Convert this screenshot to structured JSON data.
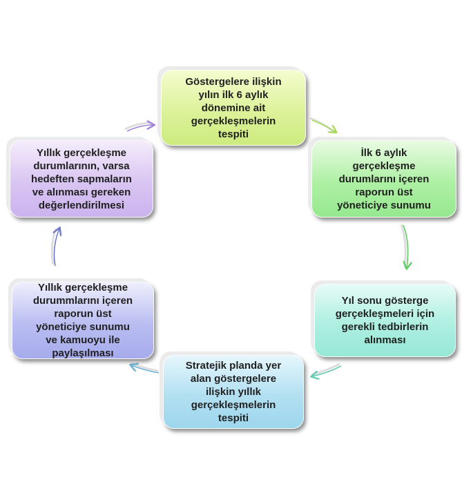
{
  "cycle": {
    "steps": [
      {
        "text": "Göstergelere ilişkin\nyılın ilk 6 aylık\ndönemine ait\ngerçekleşmelerin\ntespiti",
        "color": "#d6f08f"
      },
      {
        "text": "İlk 6 aylık\ngerçekleşme\ndurumlarını içeren\nraporun üst\nyöneticiye sunumu",
        "color": "#a3ec9a"
      },
      {
        "text": "Yıl sonu gösterge\ngerçekleşmeleri için\ngerekli tedbirlerin\nalınması",
        "color": "#a3ecdc"
      },
      {
        "text": "Stratejik planda yer\nalan göstergelere\nilişkin yıllık\ngerçekleşmelerin\ntespiti",
        "color": "#a8dcf0"
      },
      {
        "text": "Yıllık gerçekleşme\ndurummlarını içeren\nraporun üst\nyöneticiye sunumu\nve kamuoyu ile\npaylaşılması",
        "color": "#b0b5ef"
      },
      {
        "text": "Yıllık gerçekleşme\ndurumlarının, varsa\nhedeften sapmaların\nve alınması gereken\ndeğerlendirilmesi",
        "color": "#d3bdf1"
      }
    ],
    "arrow_colors": [
      "#a8d95a",
      "#5fcf63",
      "#67cbb4",
      "#6bb3d6",
      "#6f79c8",
      "#a07fd6"
    ]
  }
}
